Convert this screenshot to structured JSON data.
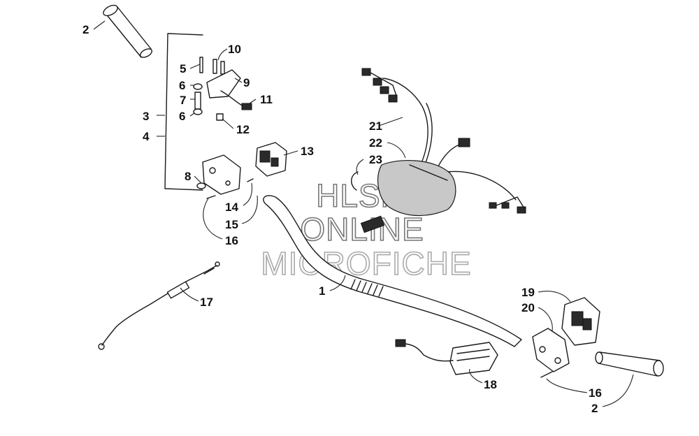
{
  "diagram": {
    "callouts": [
      "1",
      "2",
      "2",
      "3",
      "4",
      "5",
      "6",
      "6",
      "7",
      "8",
      "9",
      "10",
      "11",
      "12",
      "13",
      "14",
      "15",
      "16",
      "16",
      "17",
      "18",
      "19",
      "20",
      "21",
      "22",
      "23"
    ],
    "watermark": [
      "HLSM",
      "ONLINE",
      "MICROFICHE"
    ]
  }
}
